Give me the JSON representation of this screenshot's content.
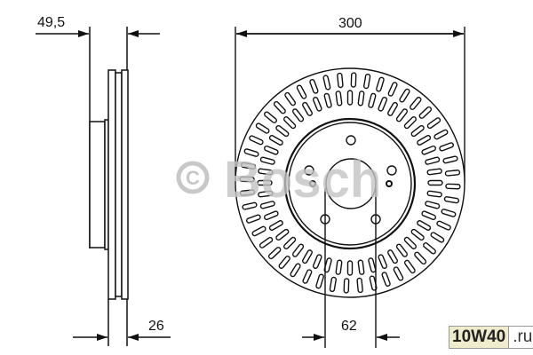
{
  "drawing": {
    "dimensions": {
      "offset": "49,5",
      "thickness": "26",
      "diameter": "300",
      "center_bore": "62"
    },
    "watermark": "© Bosch",
    "vent_slot_count": 48
  },
  "badge": {
    "main": "10W40",
    "suffix": ".ru"
  }
}
